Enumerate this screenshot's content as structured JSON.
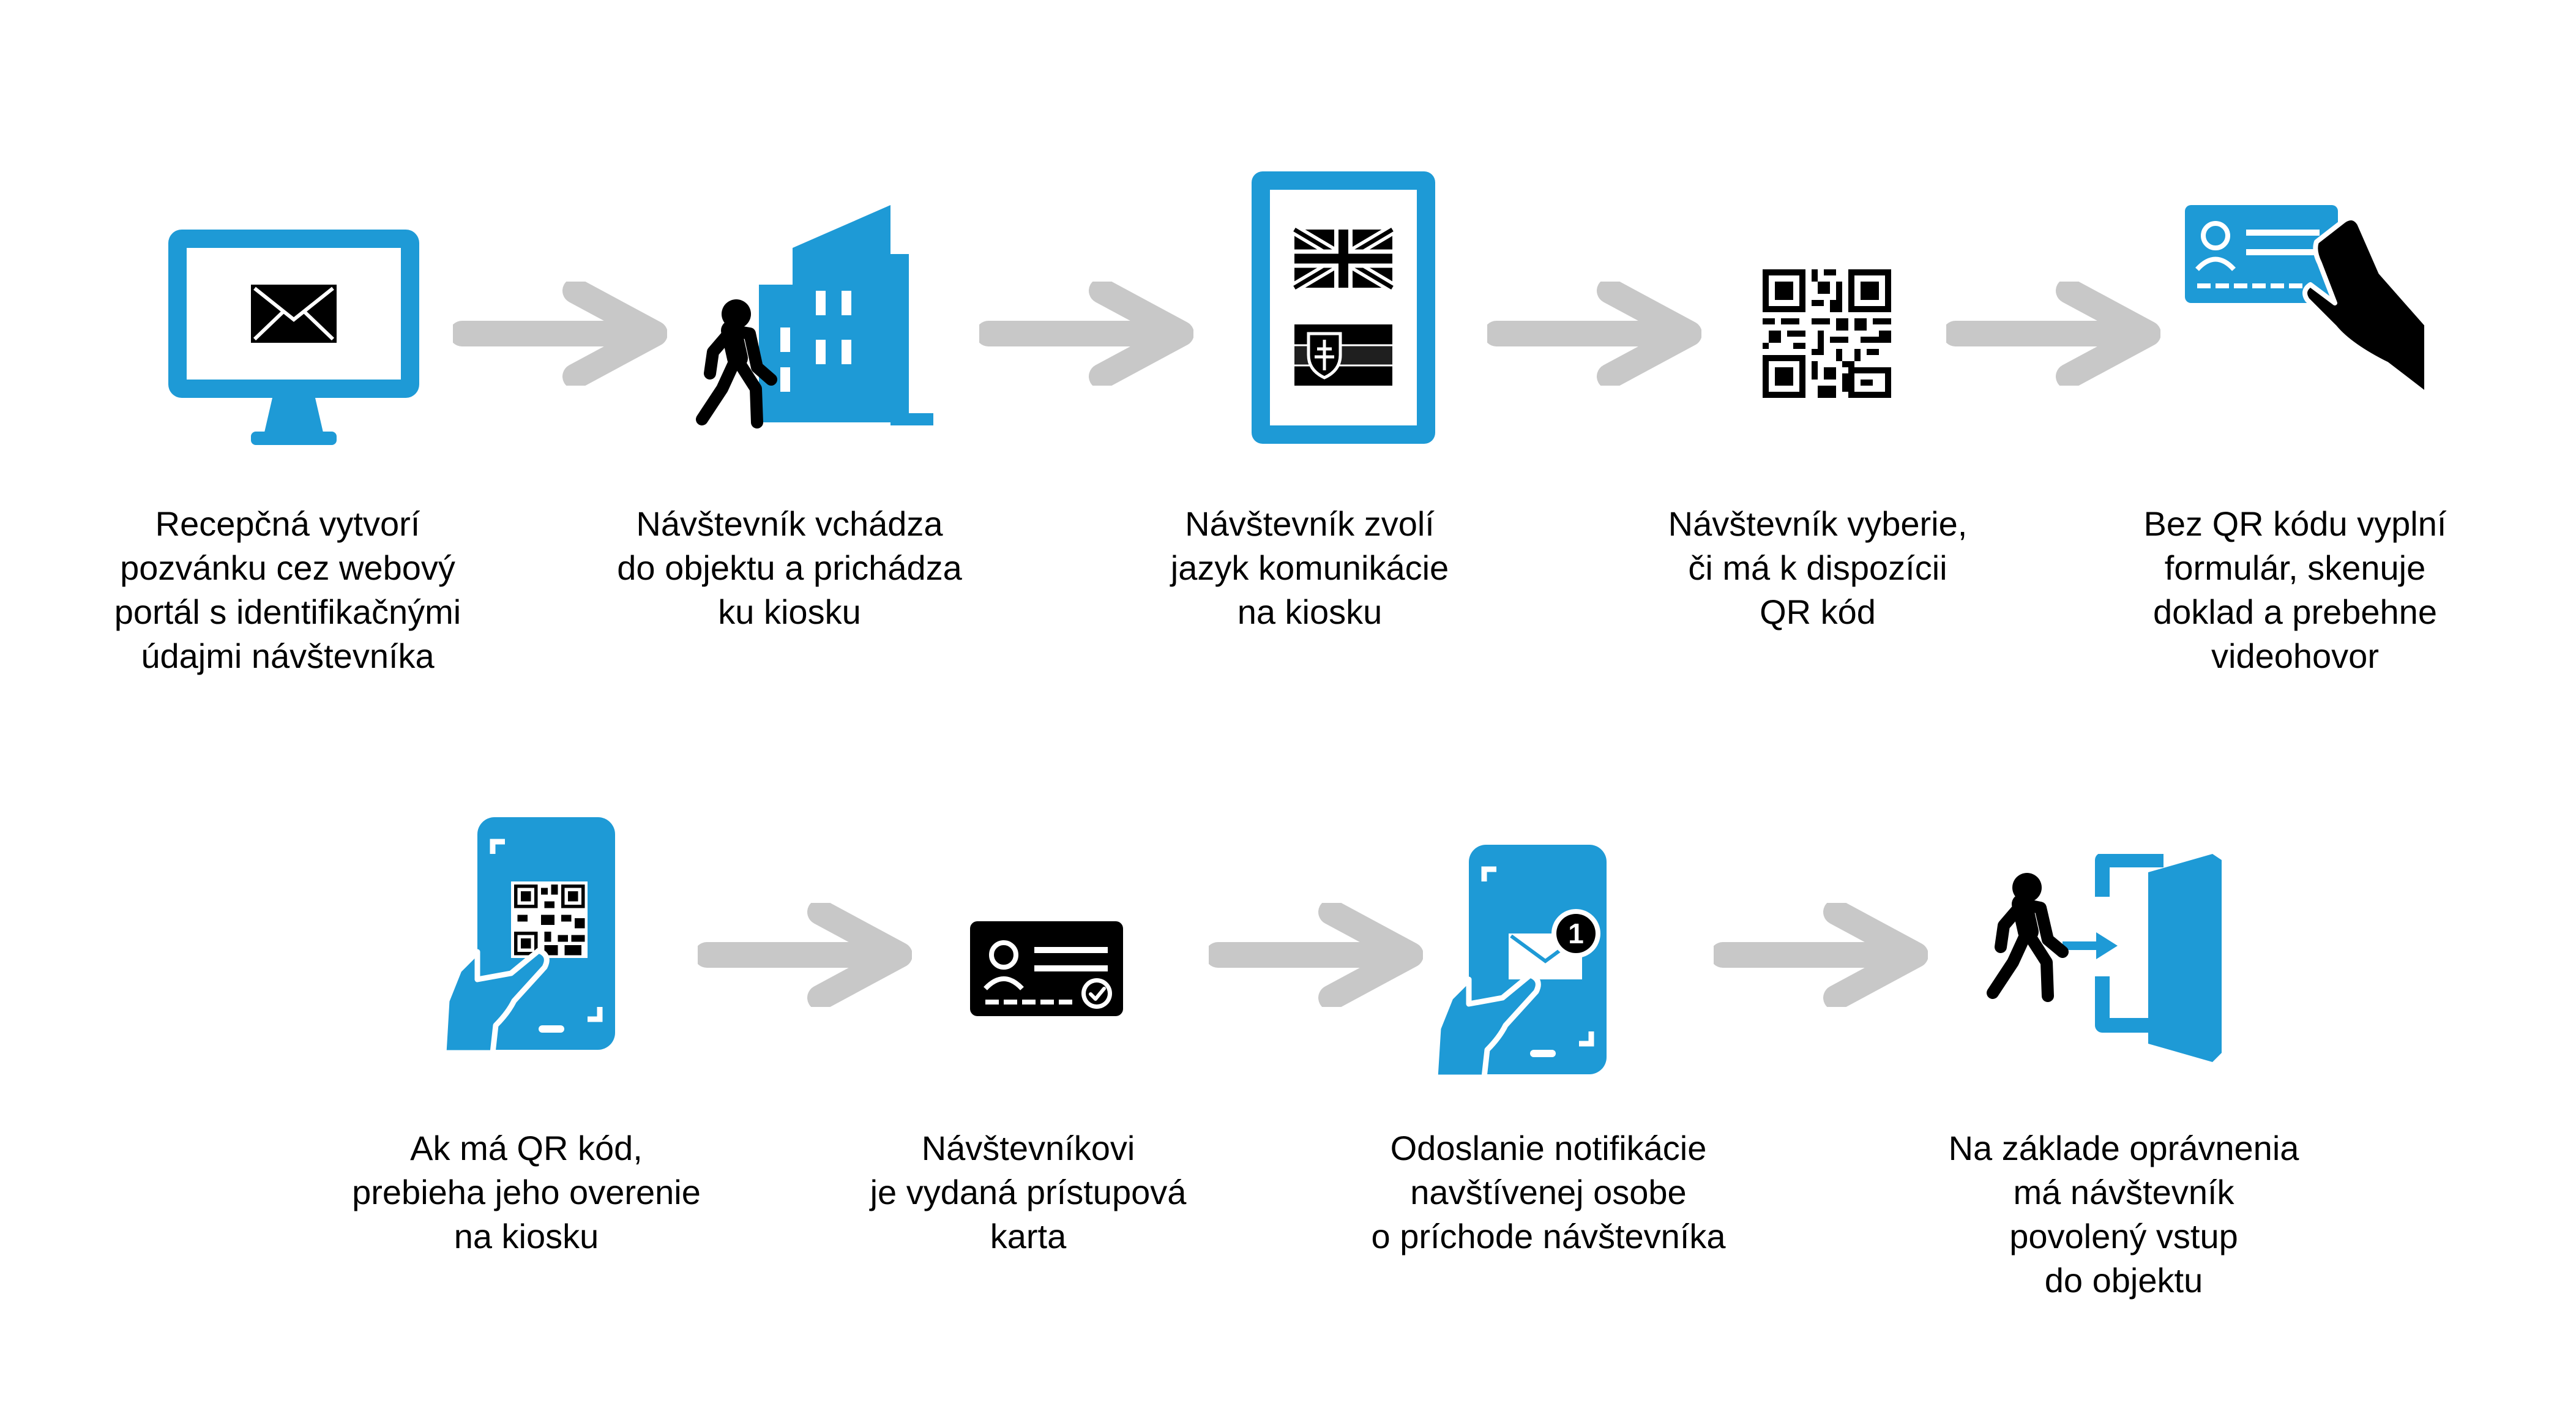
{
  "colors": {
    "blue": "#1e9ad6",
    "black": "#000000",
    "arrow": "#c8c8c8",
    "white": "#ffffff"
  },
  "steps": [
    {
      "icon": "monitor-envelope-icon",
      "text": "Recepčná vytvorí\npozvánku cez webový\nportál s identifikačnými\núdajmi návštevníka"
    },
    {
      "icon": "person-walking-building-icon",
      "text": "Návštevník vchádza\ndo objektu a prichádza\nku kiosku"
    },
    {
      "icon": "tablet-language-flags-icon",
      "text": "Návštevník zvolí\njazyk komunikácie\nna kiosku"
    },
    {
      "icon": "qr-code-icon",
      "text": "Návštevník vyberie,\nči má k dispozícii\nQR kód"
    },
    {
      "icon": "hand-id-card-icon",
      "text": "Bez QR kódu vyplní\nformulár, skenuje\ndoklad a prebehne\nvideohovor"
    },
    {
      "icon": "phone-qr-hand-icon",
      "text": "Ak má QR kód,\nprebieha jeho overenie\nna kiosku"
    },
    {
      "icon": "access-card-check-icon",
      "text": "Návštevníkovi\nje vydaná prístupová\nkarta"
    },
    {
      "icon": "phone-notification-icon",
      "text": "Odoslanie notifikácie\nnavštívenej osobe\no príchode návštevníka"
    },
    {
      "icon": "person-entering-door-icon",
      "text": "Na základe oprávnenia\nmá návštevník\npovolený vstup\ndo objektu"
    }
  ],
  "notification": {
    "badge": "1"
  }
}
